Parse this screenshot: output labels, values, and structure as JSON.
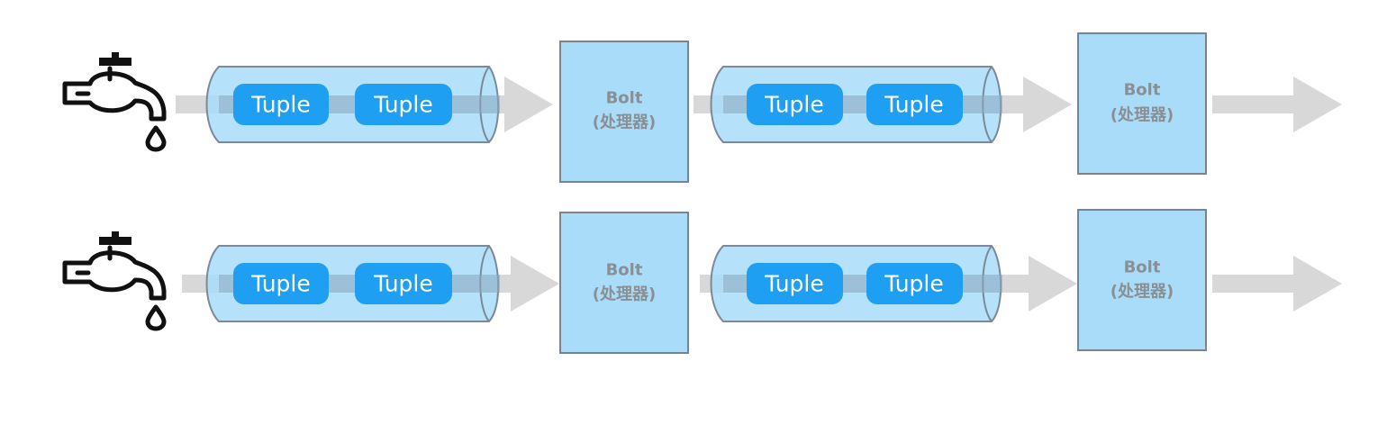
{
  "diagram": {
    "rows": [
      {
        "pipes": [
          {
            "tuples": [
              "Tuple",
              "Tuple"
            ]
          },
          {
            "tuples": [
              "Tuple",
              "Tuple"
            ]
          }
        ],
        "bolts": [
          {
            "name": "Bolt",
            "sub": "(处理器)"
          },
          {
            "name": "Bolt",
            "sub": "(处理器)"
          }
        ]
      },
      {
        "pipes": [
          {
            "tuples": [
              "Tuple",
              "Tuple"
            ]
          },
          {
            "tuples": [
              "Tuple",
              "Tuple"
            ]
          }
        ],
        "bolts": [
          {
            "name": "Bolt",
            "sub": "(处理器)"
          },
          {
            "name": "Bolt",
            "sub": "(处理器)"
          }
        ]
      }
    ],
    "colors": {
      "tuple": "#1e9ff2",
      "pipe_fill": "#a9dcf9",
      "pipe_stroke": "#7a8a98",
      "bolt_fill": "#a9dcf9",
      "bolt_stroke": "#7a8490",
      "arrow": "#d8d8d8",
      "faucet": "#111111"
    },
    "icons": {
      "source": "faucet-icon"
    }
  }
}
